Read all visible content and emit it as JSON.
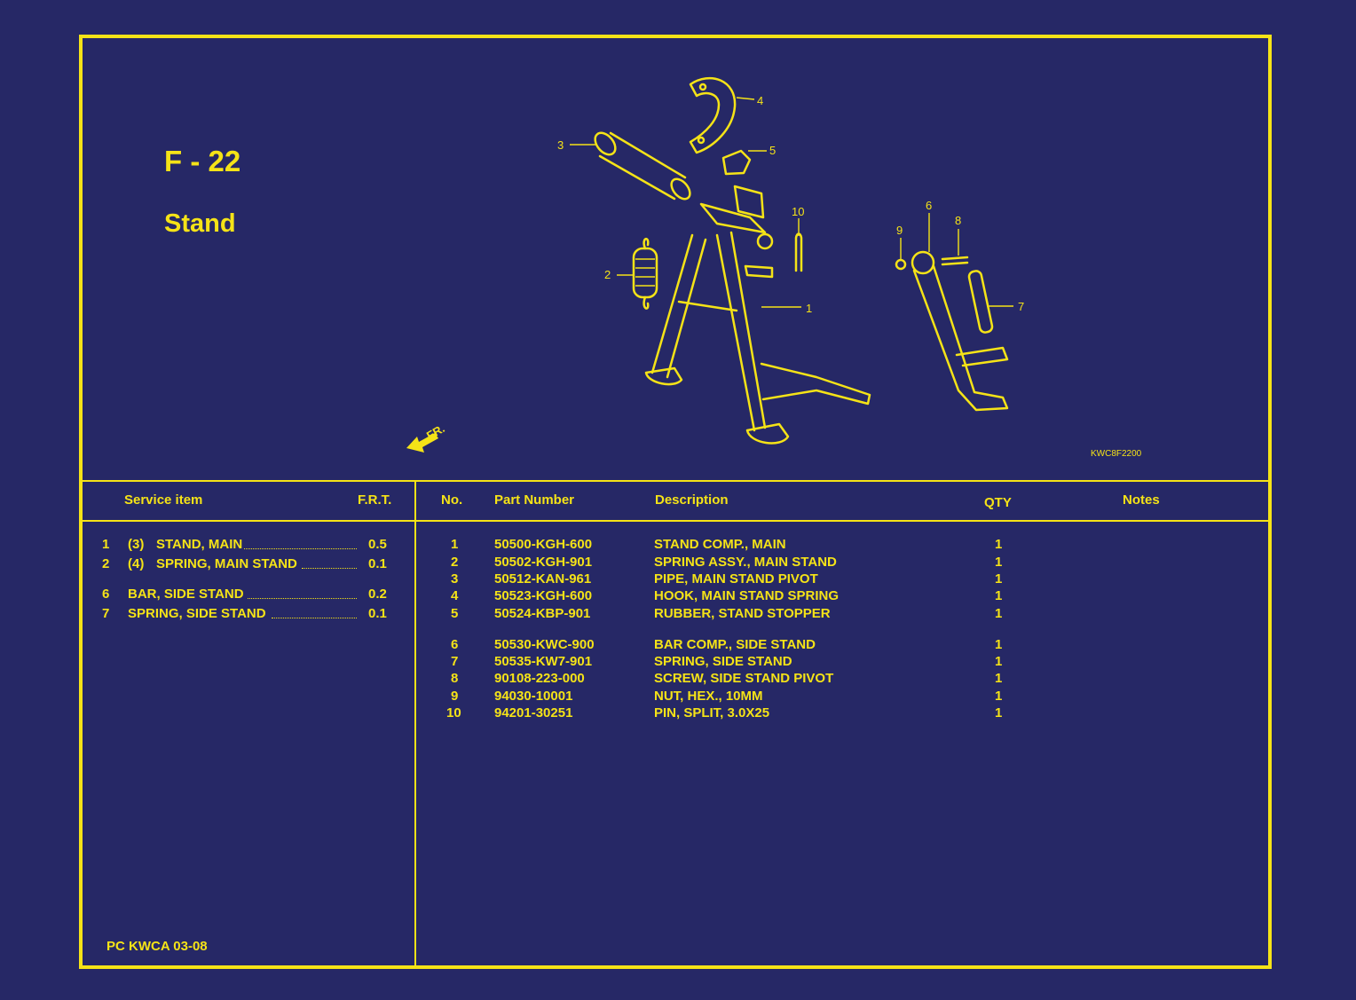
{
  "header": {
    "code": "F - 22",
    "title": "Stand"
  },
  "figure": {
    "ref_code": "KWC8F2200",
    "direction_label": "FR.",
    "callouts": [
      "1",
      "2",
      "3",
      "4",
      "5",
      "6",
      "7",
      "8",
      "9",
      "10"
    ]
  },
  "service_table": {
    "col_item": "Service item",
    "col_frt": "F.R.T.",
    "rows": [
      {
        "no": "1",
        "ref": "(3)",
        "item": "STAND, MAIN",
        "frt": "0.5"
      },
      {
        "no": "2",
        "ref": "(4)",
        "item": "SPRING, MAIN STAND",
        "frt": "0.1"
      },
      {
        "no": "6",
        "ref": "",
        "item": "BAR, SIDE STAND",
        "frt": "0.2"
      },
      {
        "no": "7",
        "ref": "",
        "item": "SPRING, SIDE STAND",
        "frt": "0.1"
      }
    ]
  },
  "parts_table": {
    "col_no": "No.",
    "col_part": "Part Number",
    "col_desc": "Description",
    "col_qty": "QTY",
    "col_notes": "Notes",
    "rows": [
      {
        "no": "1",
        "part": "50500-KGH-600",
        "desc": "STAND COMP., MAIN",
        "qty": "1"
      },
      {
        "no": "2",
        "part": "50502-KGH-901",
        "desc": "SPRING ASSY., MAIN STAND",
        "qty": "1"
      },
      {
        "no": "3",
        "part": "50512-KAN-961",
        "desc": "PIPE, MAIN STAND PIVOT",
        "qty": "1"
      },
      {
        "no": "4",
        "part": "50523-KGH-600",
        "desc": "HOOK, MAIN STAND SPRING",
        "qty": "1"
      },
      {
        "no": "5",
        "part": "50524-KBP-901",
        "desc": "RUBBER, STAND STOPPER",
        "qty": "1"
      },
      {
        "no": "6",
        "part": "50530-KWC-900",
        "desc": "BAR COMP., SIDE STAND",
        "qty": "1"
      },
      {
        "no": "7",
        "part": "50535-KW7-901",
        "desc": "SPRING, SIDE STAND",
        "qty": "1"
      },
      {
        "no": "8",
        "part": "90108-223-000",
        "desc": "SCREW, SIDE STAND PIVOT",
        "qty": "1"
      },
      {
        "no": "9",
        "part": "94030-10001",
        "desc": "NUT, HEX., 10MM",
        "qty": "1"
      },
      {
        "no": "10",
        "part": "94201-30251",
        "desc": "PIN, SPLIT, 3.0X25",
        "qty": "1"
      }
    ]
  },
  "footer": {
    "catalog_code": "PC KWCA 03-08"
  },
  "colors": {
    "background": "#262866",
    "ink": "#f5e317"
  }
}
